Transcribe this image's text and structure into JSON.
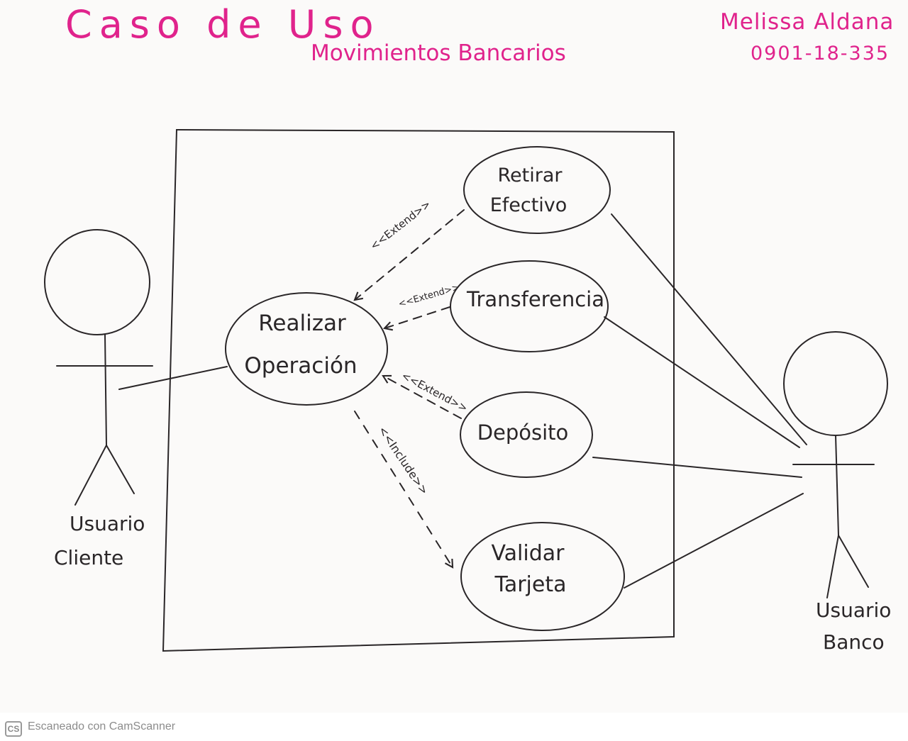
{
  "header": {
    "title": "Caso de Uso",
    "subtitle": "Movimientos Bancarios",
    "author": "Melissa Aldana",
    "student_id": "0901-18-335"
  },
  "actors": {
    "client": {
      "line1": "Usuario",
      "line2": "Cliente"
    },
    "bank": {
      "line1": "Usuario",
      "line2": "Banco"
    }
  },
  "use_cases": {
    "realizar_operacion": {
      "line1": "Realizar",
      "line2": "Operación"
    },
    "retirar_efectivo": {
      "line1": "Retirar",
      "line2": "Efectivo"
    },
    "transferencia": {
      "line1": "Transferencia"
    },
    "deposito": {
      "line1": "Depósito"
    },
    "validar_tarjeta": {
      "line1": "Validar",
      "line2": "Tarjeta"
    }
  },
  "relations": {
    "extend_retirar": "<<Extend>>",
    "extend_transferencia": "<<Extend>>",
    "extend_deposito": "<<Extend>>",
    "include_validar": "<<Include>>"
  },
  "footer": {
    "logo": "CS",
    "text": "Escaneado con CamScanner"
  },
  "colors": {
    "ink": "#2a2628",
    "header_pink": "#e0238c",
    "footer_gray": "#8c8c8c"
  }
}
